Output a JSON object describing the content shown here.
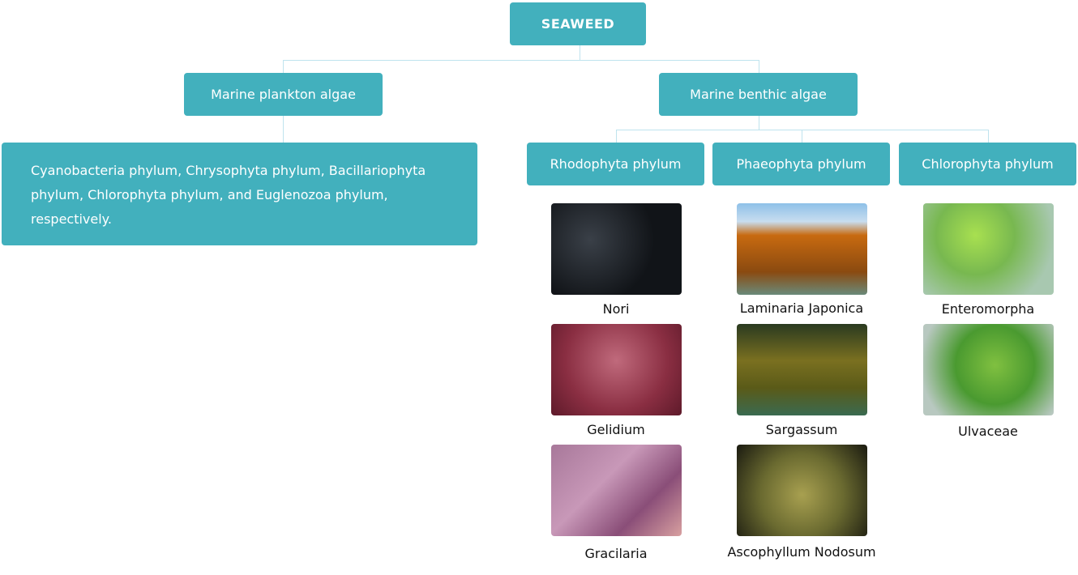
{
  "root": "SEAWEED",
  "branches": {
    "plankton": "Marine plankton algae",
    "benthic": "Marine benthic algae"
  },
  "plankton_desc": "Cyanobacteria phylum, Chrysophyta phylum, Bacillariophyta phylum, Chlorophyta phylum, and Euglenozoa phylum, respectively.",
  "phyla": [
    "Rhodophyta phylum",
    "Phaeophyta phylum",
    "Chlorophyta phylum"
  ],
  "species": {
    "rhodophyta": [
      "Nori",
      "Gelidium",
      "Gracilaria"
    ],
    "phaeophyta": [
      "Laminaria Japonica",
      "Sargassum",
      "Ascophyllum Nodosum"
    ],
    "chlorophyta": [
      "Enteromorpha",
      "Ulvaceae"
    ]
  },
  "colors": {
    "node": "#42b0bd",
    "connector": "#bfe3ee"
  }
}
